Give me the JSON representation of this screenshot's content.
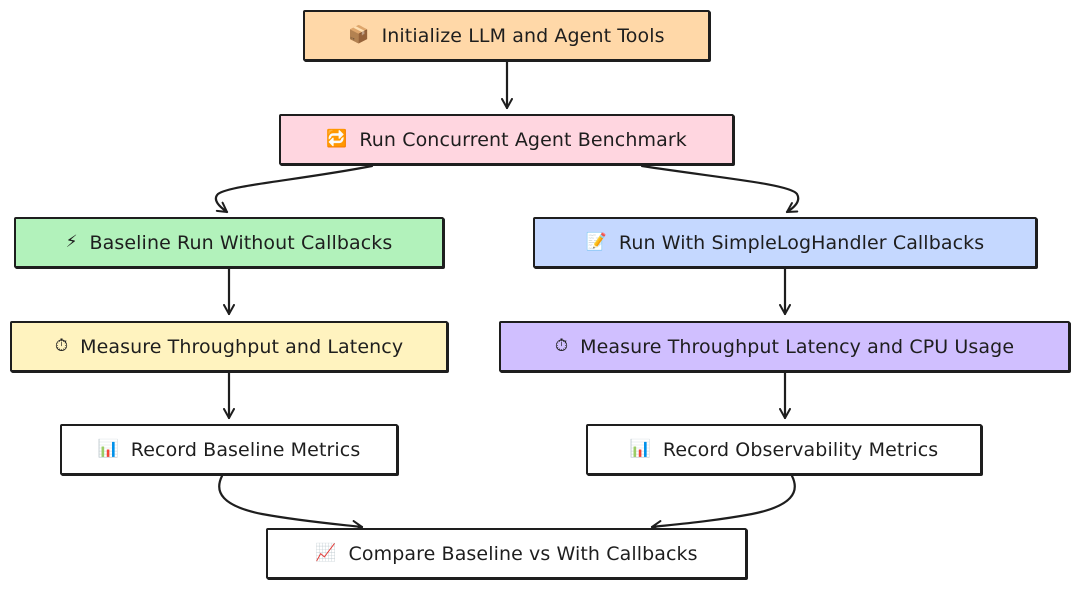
{
  "nodes": {
    "init": {
      "label": "Initialize LLM and Agent Tools",
      "icon": "package-icon",
      "glyph": "📦",
      "fill": "#ffd8a8"
    },
    "run": {
      "label": "Run Concurrent Agent Benchmark",
      "icon": "repeat-icon",
      "glyph": "🔁",
      "fill": "#ffd6e0"
    },
    "base": {
      "label": "Baseline Run Without Callbacks",
      "icon": "lightning-icon",
      "glyph": "⚡",
      "fill": "#b2f2bb"
    },
    "cb": {
      "label": "Run With SimpleLogHandler Callbacks",
      "icon": "memo-icon",
      "glyph": "📝",
      "fill": "#c5d8ff"
    },
    "meas1": {
      "label": "Measure Throughput and Latency",
      "icon": "stopwatch-icon",
      "glyph": "⏱",
      "fill": "#fff3bf"
    },
    "meas2": {
      "label": "Measure Throughput Latency and CPU Usage",
      "icon": "stopwatch-icon",
      "glyph": "⏱",
      "fill": "#d0bfff"
    },
    "rec1": {
      "label": "Record Baseline Metrics",
      "icon": "bar-chart-icon",
      "glyph": "📊",
      "fill": "#ffffff"
    },
    "rec2": {
      "label": "Record Observability Metrics",
      "icon": "bar-chart-icon",
      "glyph": "📊",
      "fill": "#ffffff"
    },
    "compare": {
      "label": "Compare Baseline vs With Callbacks",
      "icon": "trend-chart-icon",
      "glyph": "📈",
      "fill": "#ffffff"
    }
  },
  "edges": [
    {
      "from": "init",
      "to": "run"
    },
    {
      "from": "run",
      "to": "base"
    },
    {
      "from": "run",
      "to": "cb"
    },
    {
      "from": "base",
      "to": "meas1"
    },
    {
      "from": "cb",
      "to": "meas2"
    },
    {
      "from": "meas1",
      "to": "rec1"
    },
    {
      "from": "meas2",
      "to": "rec2"
    },
    {
      "from": "rec1",
      "to": "compare"
    },
    {
      "from": "rec2",
      "to": "compare"
    }
  ],
  "colors": {
    "stroke": "#1e1e1e",
    "background": "#ffffff"
  }
}
